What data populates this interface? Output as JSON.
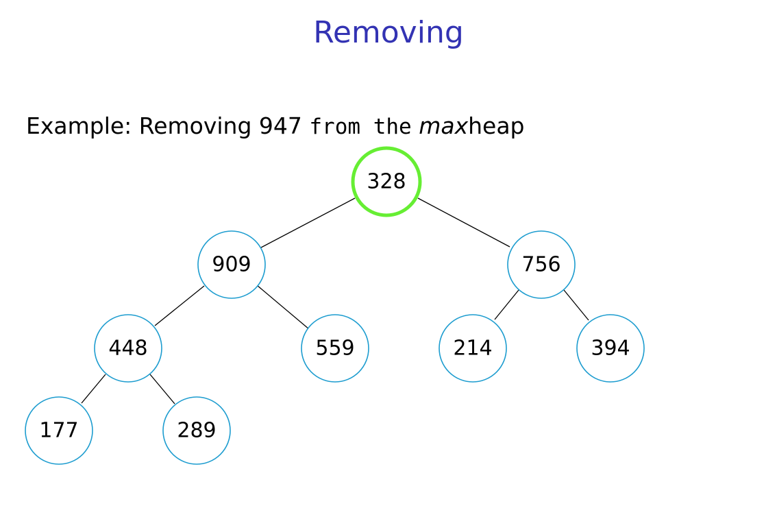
{
  "title": "Removing",
  "example": {
    "prefix": "Example: Removing 947 ",
    "from_the": "from the",
    "max": "max",
    "heap": "heap"
  },
  "tree": {
    "nodes": [
      {
        "id": "n328",
        "value": "328",
        "highlight": true
      },
      {
        "id": "n909",
        "value": "909"
      },
      {
        "id": "n756",
        "value": "756"
      },
      {
        "id": "n448",
        "value": "448"
      },
      {
        "id": "n559",
        "value": "559"
      },
      {
        "id": "n214",
        "value": "214"
      },
      {
        "id": "n394",
        "value": "394"
      },
      {
        "id": "n177",
        "value": "177"
      },
      {
        "id": "n289",
        "value": "289"
      }
    ],
    "edges": [
      [
        "n328",
        "n909"
      ],
      [
        "n328",
        "n756"
      ],
      [
        "n909",
        "n448"
      ],
      [
        "n909",
        "n559"
      ],
      [
        "n756",
        "n214"
      ],
      [
        "n756",
        "n394"
      ],
      [
        "n448",
        "n177"
      ],
      [
        "n448",
        "n289"
      ]
    ],
    "colors": {
      "node_border": "#1c9ccf",
      "highlight_border": "#66ee33",
      "title": "#3333b3"
    }
  }
}
